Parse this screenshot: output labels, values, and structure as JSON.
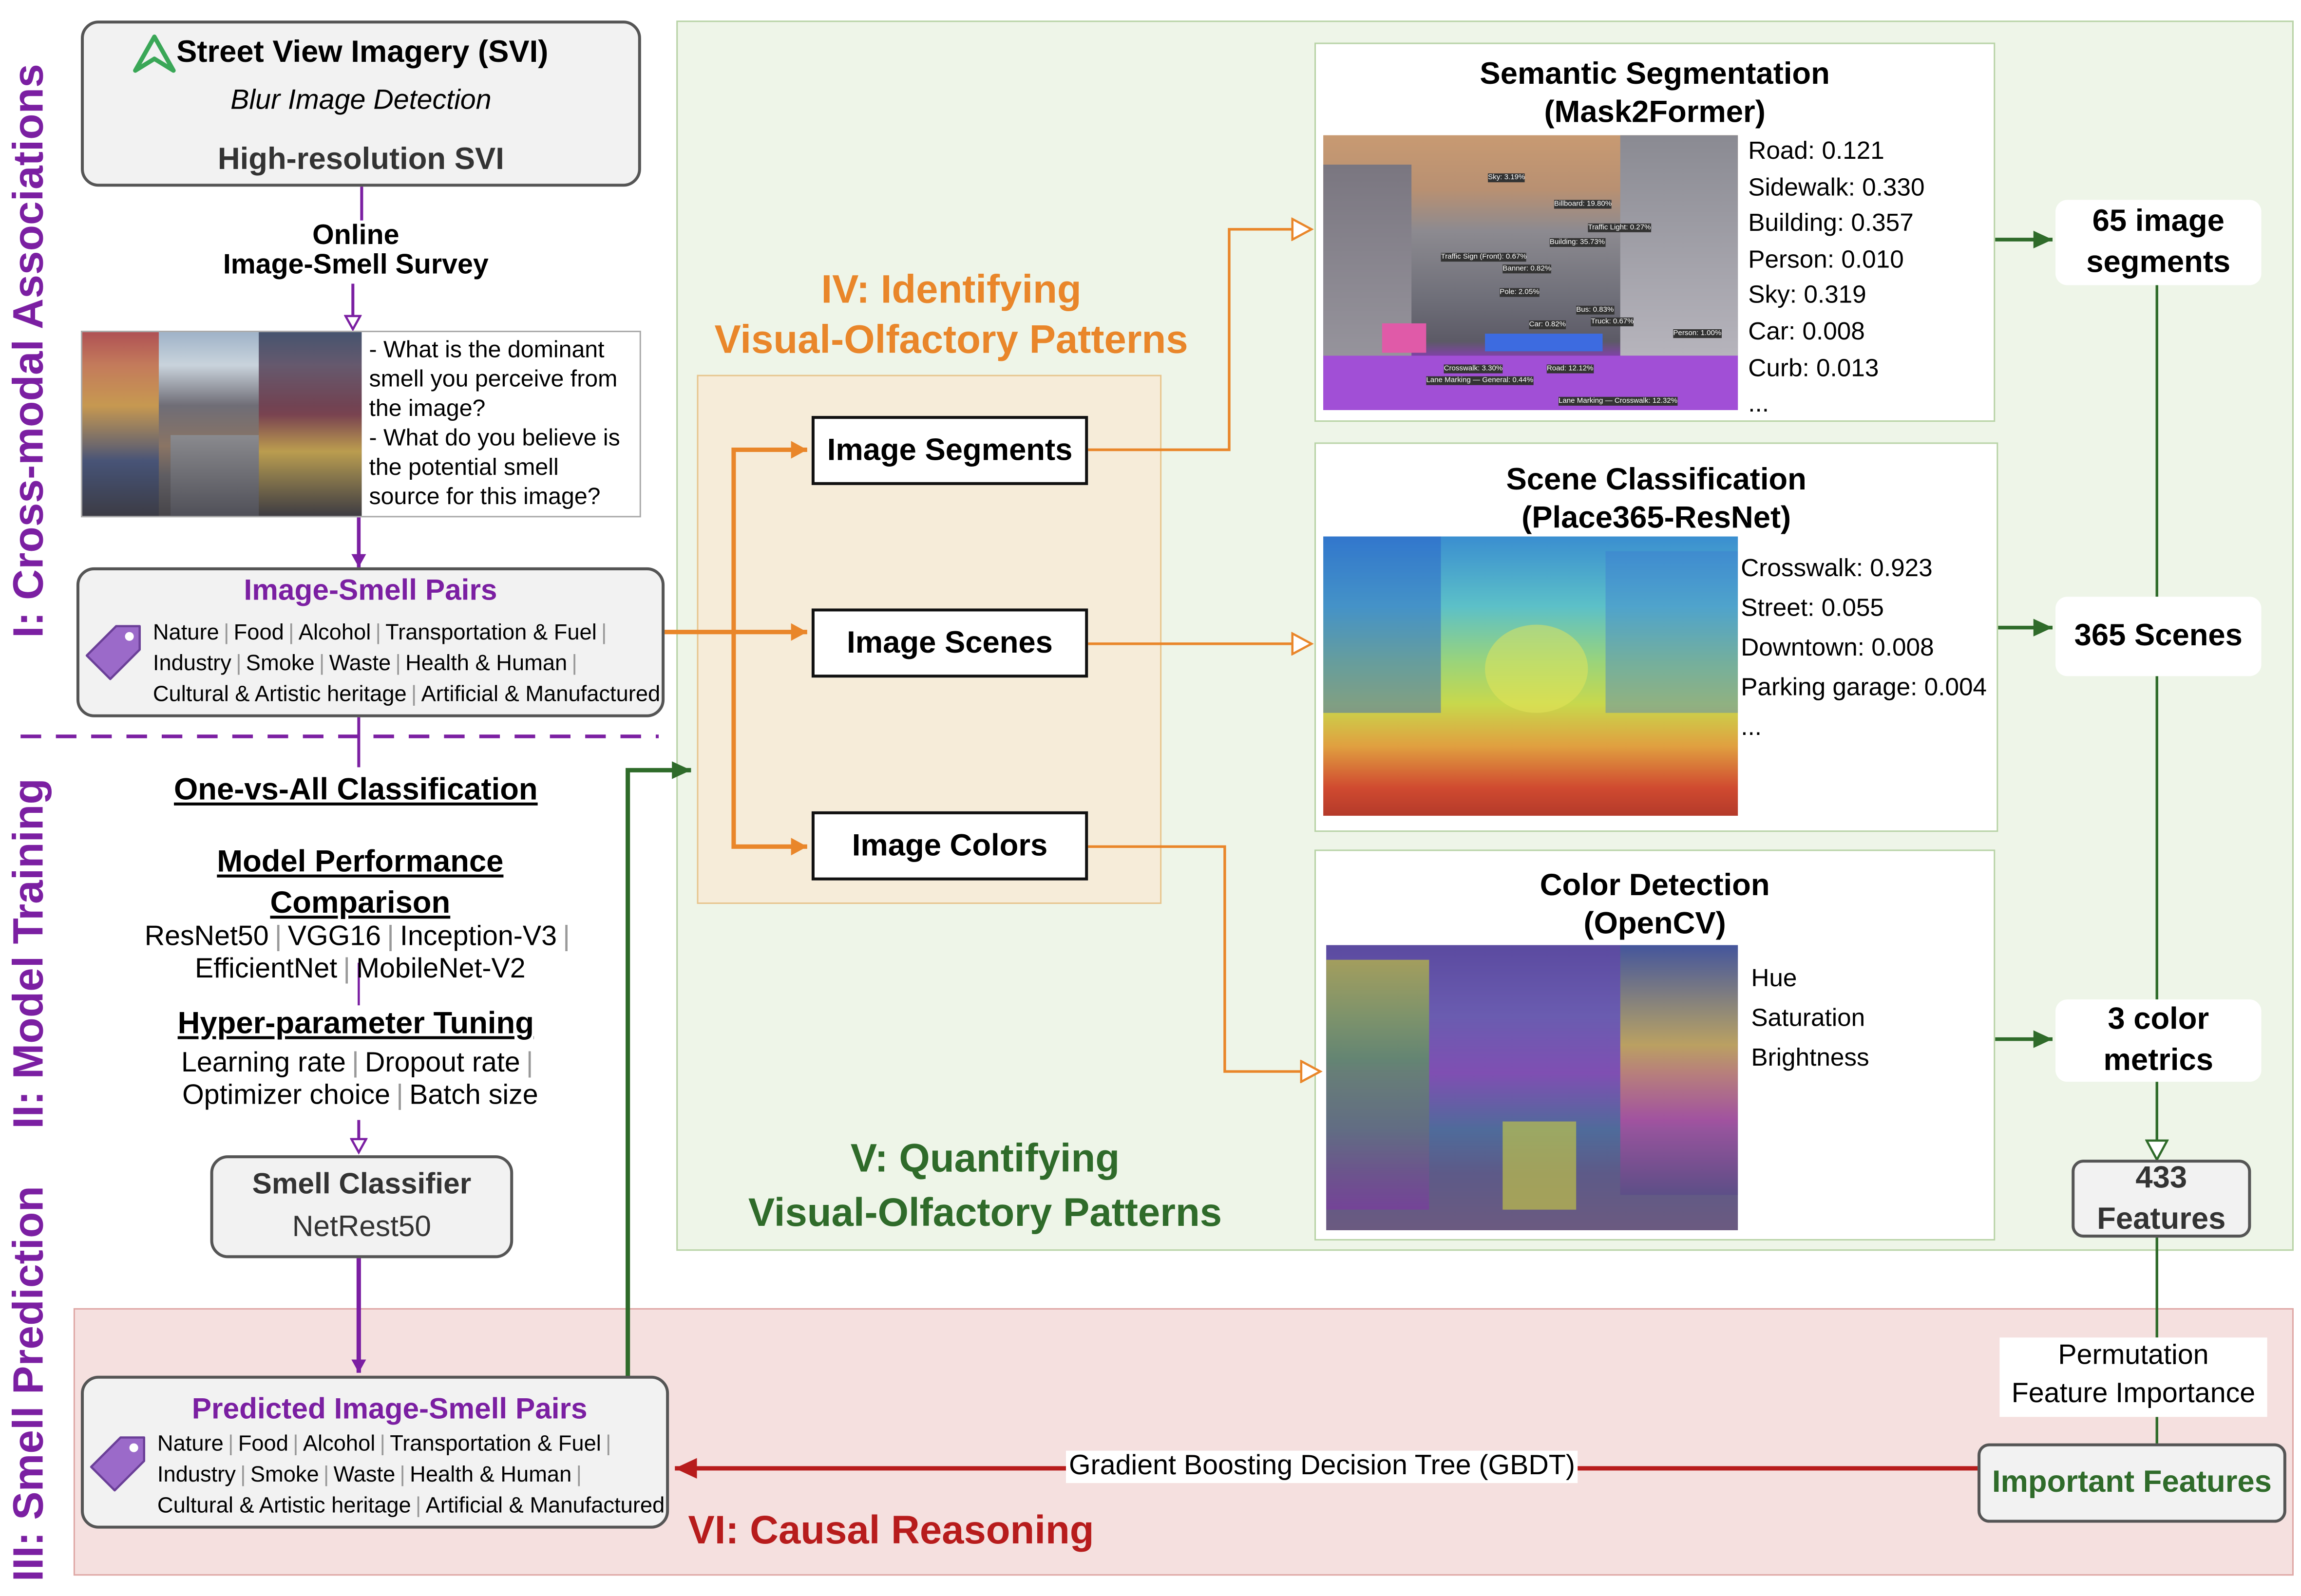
{
  "stage1": {
    "label": "I: Cross-modal Associations",
    "svi_title": "Street View Imagery (SVI)",
    "blur": "Blur Image Detection",
    "highres": "High-resolution SVI",
    "survey_line1": "Online",
    "survey_line2": "Image-Smell Survey",
    "questions": [
      "- What is the dominant",
      "smell you perceive from",
      "the image?",
      "- What do you believe is",
      "the potential smell",
      "source for this image?"
    ],
    "pairs_title": "Image-Smell Pairs",
    "tags": [
      [
        "Nature",
        "Food",
        "Alcohol",
        "Transportation & Fuel"
      ],
      [
        "Industry",
        "Smoke",
        "Waste",
        "Health & Human"
      ],
      [
        "Cultural & Artistic heritage",
        "Artificial & Manufactured"
      ]
    ]
  },
  "stage2": {
    "label": "II: Model Training",
    "ova": "One-vs-All Classification",
    "perf1": "Model Performance",
    "perf2": "Comparison",
    "models1": [
      "ResNet50",
      "VGG16",
      "Inception-V3"
    ],
    "models2": [
      "EfficientNet",
      "MobileNet-V2"
    ],
    "hyper": "Hyper-parameter Tuning",
    "hp1": [
      "Learning rate",
      "Dropout rate"
    ],
    "hp2": [
      "Optimizer choice",
      "Batch size"
    ],
    "classifier_title": "Smell Classifier",
    "classifier_model": "NetRest50"
  },
  "stage3": {
    "label": "III: Smell Prediction",
    "pred_title": "Predicted Image-Smell Pairs",
    "tags": [
      [
        "Nature",
        "Food",
        "Alcohol",
        "Transportation & Fuel"
      ],
      [
        "Industry",
        "Smoke",
        "Waste",
        "Health & Human"
      ],
      [
        "Cultural & Artistic heritage",
        "Artificial & Manufactured"
      ]
    ]
  },
  "stage4": {
    "title1": "IV: Identifying",
    "title2": "Visual-Olfactory Patterns",
    "segments": "Image Segments",
    "scenes": "Image Scenes",
    "colors": "Image Colors"
  },
  "stage5": {
    "title1": "V: Quantifying",
    "title2": "Visual-Olfactory Patterns",
    "seg_title1": "Semantic Segmentation",
    "seg_title2": "(Mask2Former)",
    "seg_values": [
      "Road: 0.121",
      "Sidewalk: 0.330",
      "Building: 0.357",
      "Person: 0.010",
      "Sky: 0.319",
      "Car: 0.008",
      "Curb: 0.013",
      "..."
    ],
    "seg_image_labels": [
      "Sky: 3.19%",
      "Billboard: 19.80%",
      "Traffic Light: 0.27%",
      "Traffic Sign (Front): 0.67%",
      "Building: 35.73%",
      "Banner: 0.82%",
      "Pole: 2.05%",
      "Car: 0.82%",
      "Bus: 0.83%",
      "Truck: 0.67%",
      "Person: 1.00%",
      "Crosswalk: 3.30%",
      "Road: 12.12%",
      "Lane Marking — General: 0.44%",
      "Lane Marking — Crosswalk: 12.32%"
    ],
    "scene_title1": "Scene Classification",
    "scene_title2": "(Place365-ResNet)",
    "scene_values": [
      "Crosswalk: 0.923",
      "Street: 0.055",
      "Downtown: 0.008",
      "Parking garage: 0.004",
      "..."
    ],
    "color_title1": "Color Detection",
    "color_title2": "(OpenCV)",
    "color_values": [
      "Hue",
      "Saturation",
      "Brightness"
    ],
    "seg_count": [
      "65 image",
      "segments"
    ],
    "scene_count": "365 Scenes",
    "color_count": [
      "3 color",
      "metrics"
    ],
    "features": [
      "433",
      "Features"
    ]
  },
  "stage6": {
    "title": "VI: Causal Reasoning",
    "pfi1": "Permutation",
    "pfi2": "Feature Importance",
    "important": "Important Features",
    "gbdt": "Gradient Boosting Decision Tree (GBDT)"
  },
  "colors": {
    "purple": "#7b1fa2",
    "green": "#2f6b2a",
    "orange": "#e9862a",
    "red": "#b71c1c"
  }
}
